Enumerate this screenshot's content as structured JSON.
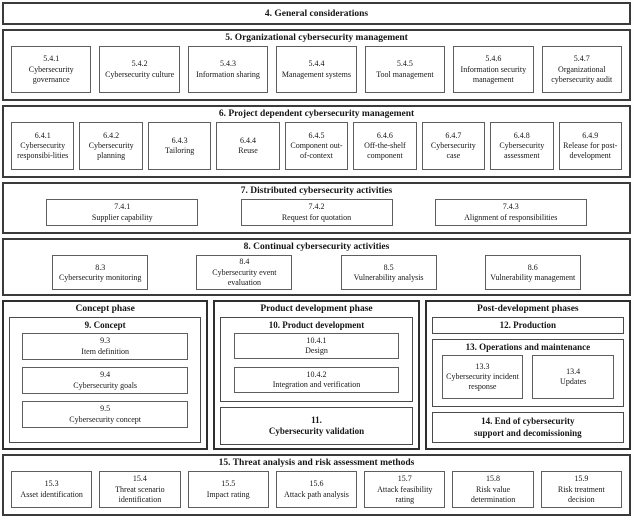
{
  "banner": {
    "title": "4. General considerations"
  },
  "sections": {
    "s5": {
      "title": "5. Organizational cybersecurity management",
      "boxes": [
        {
          "num": "5.4.1",
          "label": "Cybersecurity governance"
        },
        {
          "num": "5.4.2",
          "label": "Cybersecurity culture"
        },
        {
          "num": "5.4.3",
          "label": "Information sharing"
        },
        {
          "num": "5.4.4",
          "label": "Management systems"
        },
        {
          "num": "5.4.5",
          "label": "Tool management"
        },
        {
          "num": "5.4.6",
          "label": "Information security management"
        },
        {
          "num": "5.4.7",
          "label": "Organizational cybersecurity audit"
        }
      ]
    },
    "s6": {
      "title": "6. Project dependent cybersecurity management",
      "boxes": [
        {
          "num": "6.4.1",
          "label": "Cybersecurity responsibi-lities"
        },
        {
          "num": "6.4.2",
          "label": "Cybersecurity planning"
        },
        {
          "num": "6.4.3",
          "label": "Tailoring"
        },
        {
          "num": "6.4.4",
          "label": "Reuse"
        },
        {
          "num": "6.4.5",
          "label": "Component out-of-context"
        },
        {
          "num": "6.4.6",
          "label": "Off-the-shelf component"
        },
        {
          "num": "6.4.7",
          "label": "Cybersecurity case"
        },
        {
          "num": "6.4.8",
          "label": "Cybersecurity assessment"
        },
        {
          "num": "6.4.9",
          "label": "Release for post-development"
        }
      ]
    },
    "s7": {
      "title": "7. Distributed cybersecurity activities",
      "boxes": [
        {
          "num": "7.4.1",
          "label": "Supplier capability"
        },
        {
          "num": "7.4.2",
          "label": "Request for quotation"
        },
        {
          "num": "7.4.3",
          "label": "Alignment of responsibilities"
        }
      ]
    },
    "s8": {
      "title": "8. Continual cybersecurity activities",
      "boxes": [
        {
          "num": "8.3",
          "label": "Cybersecurity monitoring"
        },
        {
          "num": "8.4",
          "label": "Cybersecurity event evaluation"
        },
        {
          "num": "8.5",
          "label": "Vulnerability analysis"
        },
        {
          "num": "8.6",
          "label": "Vulnerability management"
        }
      ]
    },
    "s15": {
      "title": "15. Threat analysis and risk assessment methods",
      "boxes": [
        {
          "num": "15.3",
          "label": "Asset identification"
        },
        {
          "num": "15.4",
          "label": "Threat scenario identification"
        },
        {
          "num": "15.5",
          "label": "Impact rating"
        },
        {
          "num": "15.6",
          "label": "Attack path analysis"
        },
        {
          "num": "15.7",
          "label": "Attack feasibility rating"
        },
        {
          "num": "15.8",
          "label": "Risk value determination"
        },
        {
          "num": "15.9",
          "label": "Risk treatment decision"
        }
      ]
    }
  },
  "phases": {
    "concept": {
      "title": "Concept phase",
      "group": {
        "title": "9. Concept",
        "boxes": [
          {
            "num": "9.3",
            "label": "Item definition"
          },
          {
            "num": "9.4",
            "label": "Cybersecurity goals"
          },
          {
            "num": "9.5",
            "label": "Cybersecurity concept"
          }
        ]
      }
    },
    "product": {
      "title": "Product development phase",
      "group": {
        "title": "10. Product development",
        "boxes": [
          {
            "num": "10.4.1",
            "label": "Design"
          },
          {
            "num": "10.4.2",
            "label": "Integration and verification"
          }
        ]
      },
      "validation": {
        "num": "11.",
        "label": "Cybersecurity validation"
      }
    },
    "post": {
      "title": "Post-development phases",
      "production": "12. Production",
      "operations": {
        "title": "13. Operations and maintenance",
        "boxes": [
          {
            "num": "13.3",
            "label": "Cybersecurity incident response"
          },
          {
            "num": "13.4",
            "label": "Updates"
          }
        ]
      },
      "end": {
        "line1": "14. End of cybersecurity",
        "line2": "support and decomissioning"
      }
    }
  }
}
